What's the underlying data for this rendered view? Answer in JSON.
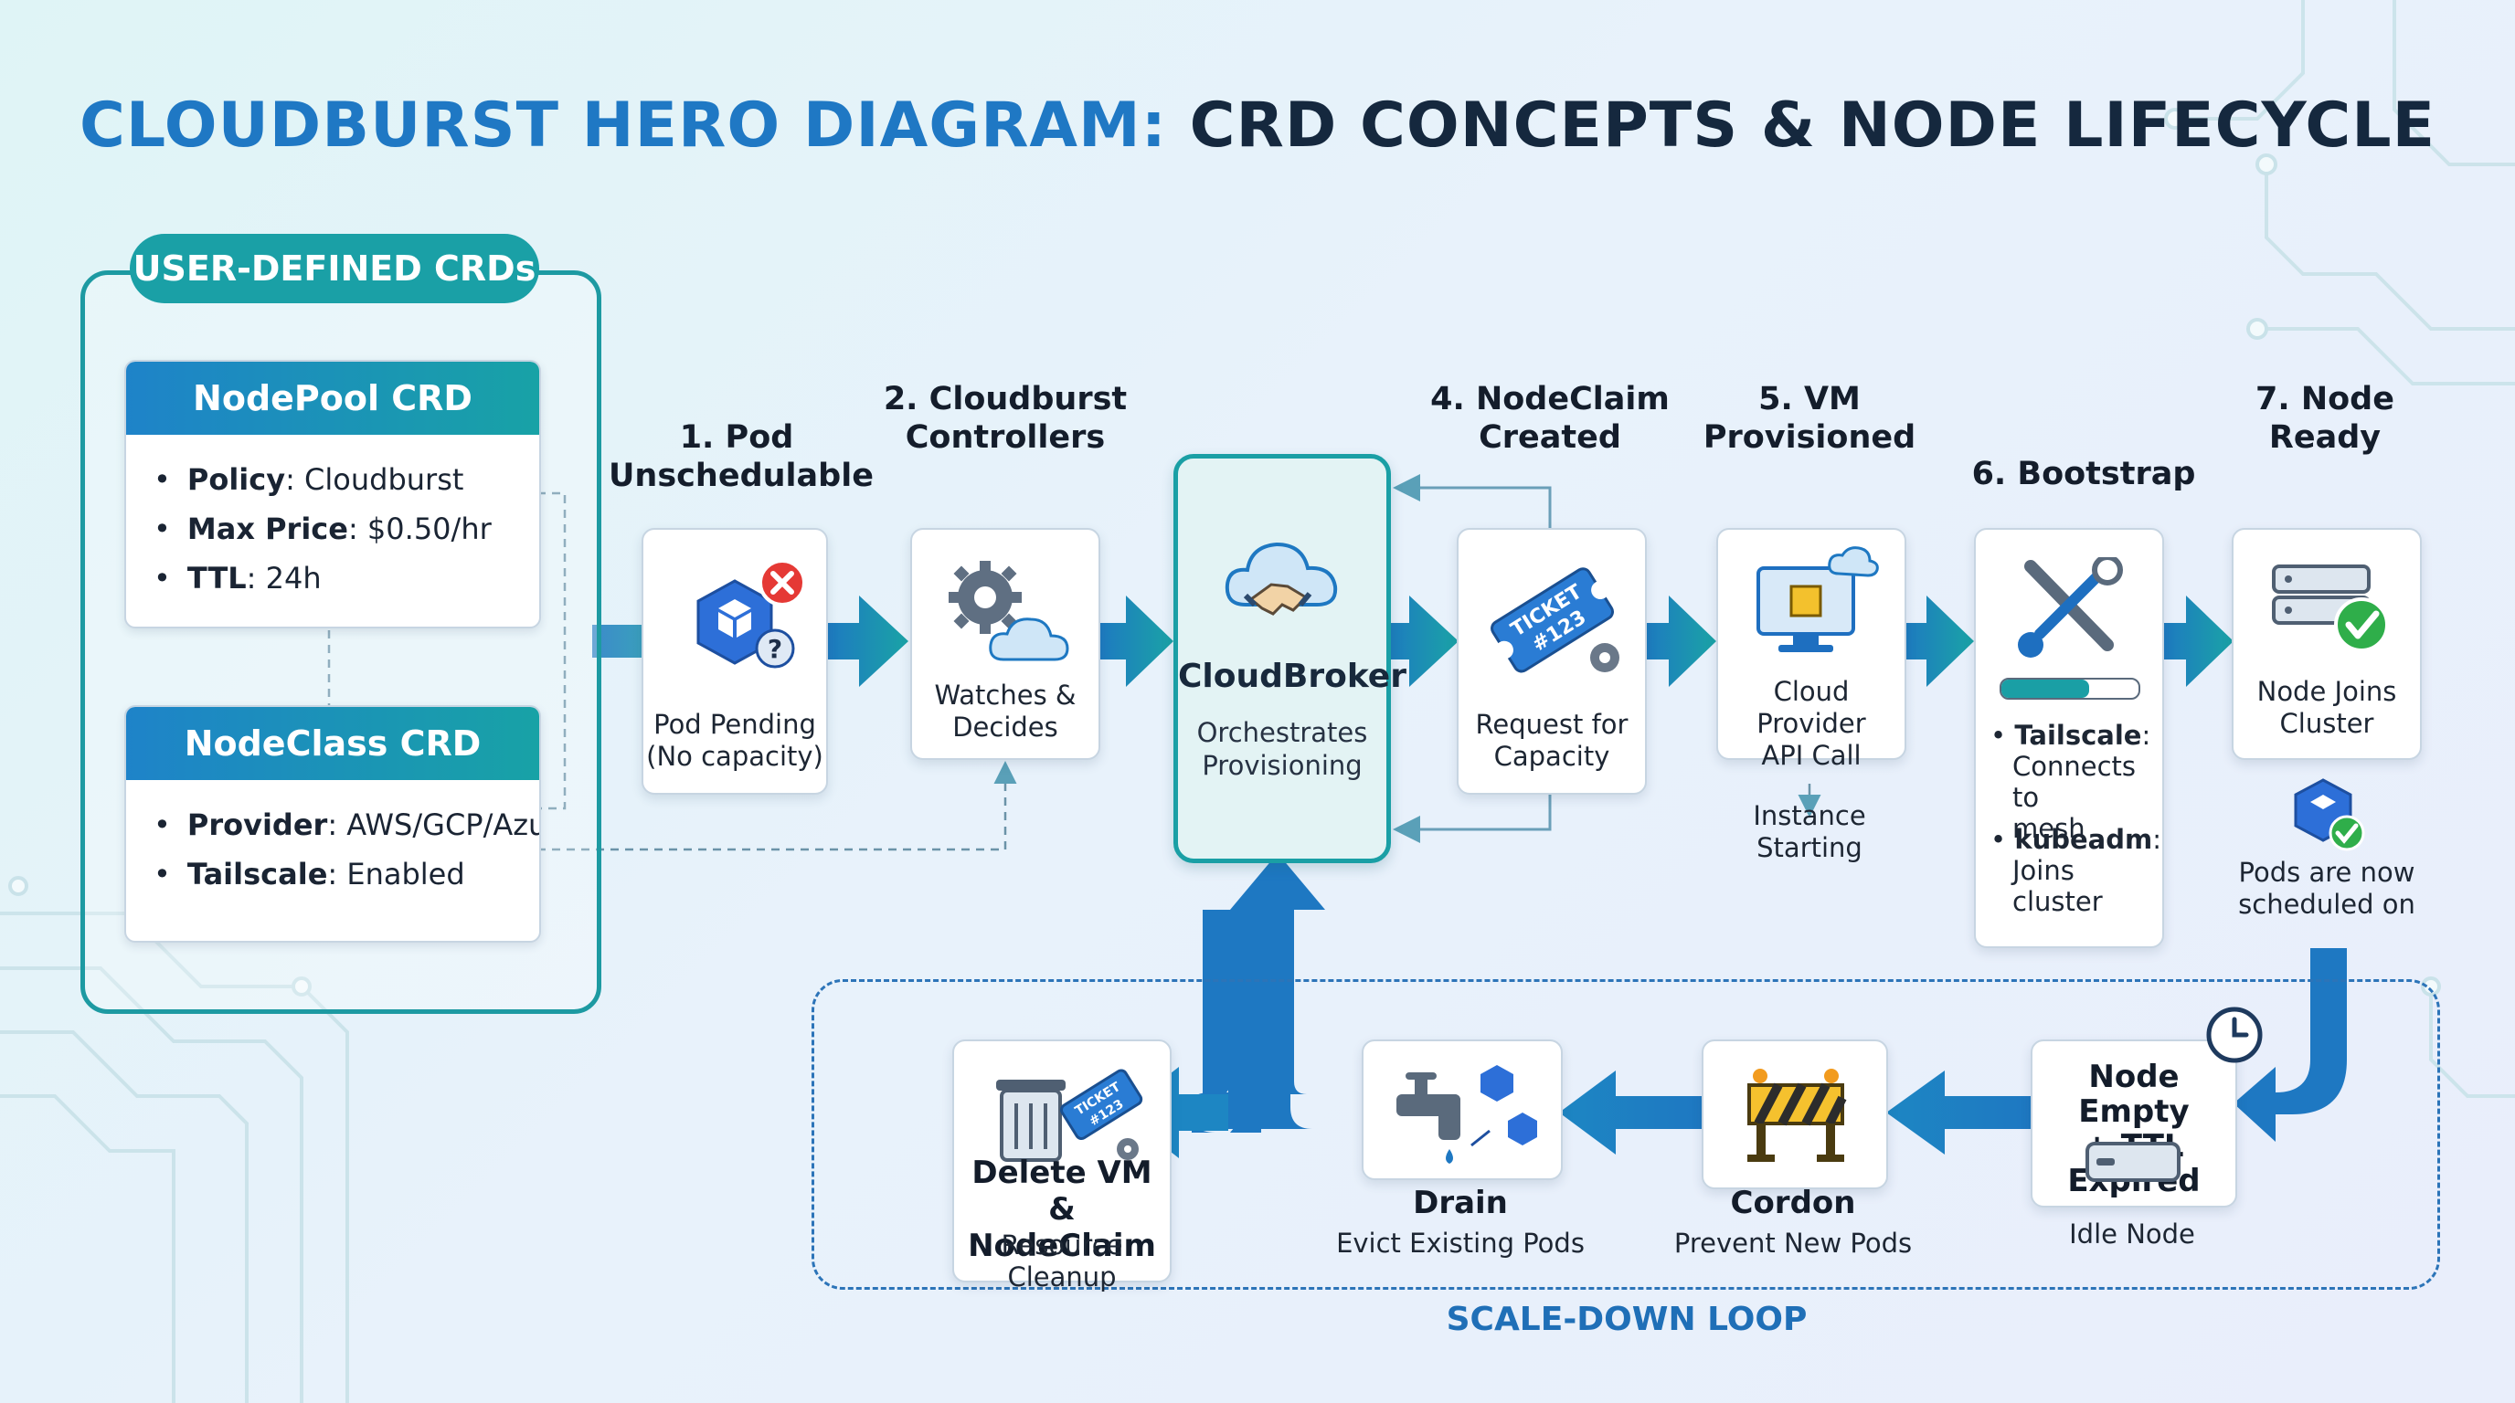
{
  "title": {
    "part1": "CLOUDBURST HERO DIAGRAM:",
    "part2": "CRD CONCEPTS & NODE LIFECYCLE"
  },
  "crds": {
    "header": "USER-DEFINED CRDs",
    "nodepool": {
      "title": "NodePool CRD",
      "items": [
        {
          "key": "Policy",
          "value": ": Cloudburst"
        },
        {
          "key": "Max Price",
          "value": ": $0.50/hr"
        },
        {
          "key": "TTL",
          "value": ": 24h"
        }
      ]
    },
    "nodeclass": {
      "title": "NodeClass CRD",
      "items": [
        {
          "key": "Provider",
          "value": ": AWS/GCP/Azure"
        },
        {
          "key": "Tailscale",
          "value": ": Enabled"
        }
      ]
    }
  },
  "steps": {
    "s1": {
      "label": [
        "1. Pod",
        "Unschedulable"
      ],
      "caption": [
        "Pod Pending",
        "(No capacity)"
      ]
    },
    "s2": {
      "label": [
        "2. Cloudburst",
        "Controllers"
      ],
      "caption": [
        "Watches &",
        "Decides"
      ]
    },
    "broker": {
      "name": "CloudBroker",
      "caption": [
        "Orchestrates",
        "Provisioning"
      ]
    },
    "s4": {
      "label": [
        "4. NodeClaim",
        "Created"
      ],
      "caption": [
        "Request for",
        "Capacity"
      ],
      "ticket": [
        "TICKET",
        "#123"
      ]
    },
    "s5": {
      "label": [
        "5. VM",
        "Provisioned"
      ],
      "caption": [
        "Cloud Provider",
        "API Call"
      ],
      "note": [
        "Instance",
        "Starting"
      ]
    },
    "s6": {
      "label": "6. Bootstrap",
      "bullets": [
        {
          "key": "Tailscale",
          "rest": [
            ": ",
            "Connects to",
            "mesh"
          ]
        },
        {
          "key": "kubeadm",
          "rest": [
            ":",
            "Joins",
            "cluster"
          ]
        }
      ]
    },
    "s7": {
      "label": [
        "7. Node",
        "Ready"
      ],
      "caption": [
        "Node Joins",
        "Cluster"
      ],
      "note": [
        "Pods are now",
        "scheduled on"
      ]
    }
  },
  "scale_down": {
    "title": "SCALE-DOWN LOOP",
    "idle": {
      "caption": [
        "Node Empty",
        "+ TTL Expired"
      ],
      "note": "Idle Node"
    },
    "cordon": {
      "title": "Cordon",
      "sub": "Prevent New Pods"
    },
    "drain": {
      "title": "Drain",
      "sub": "Evict Existing Pods"
    },
    "delete": {
      "title": [
        "Delete VM &",
        "NodeClaim"
      ],
      "sub": "Resource Cleanup",
      "ticket": [
        "TICKET",
        "#123"
      ]
    }
  },
  "colors": {
    "accent_teal": "#1aa0a6",
    "accent_blue": "#1f78c4",
    "error_red": "#e53935",
    "ok_green": "#2fae4a"
  }
}
